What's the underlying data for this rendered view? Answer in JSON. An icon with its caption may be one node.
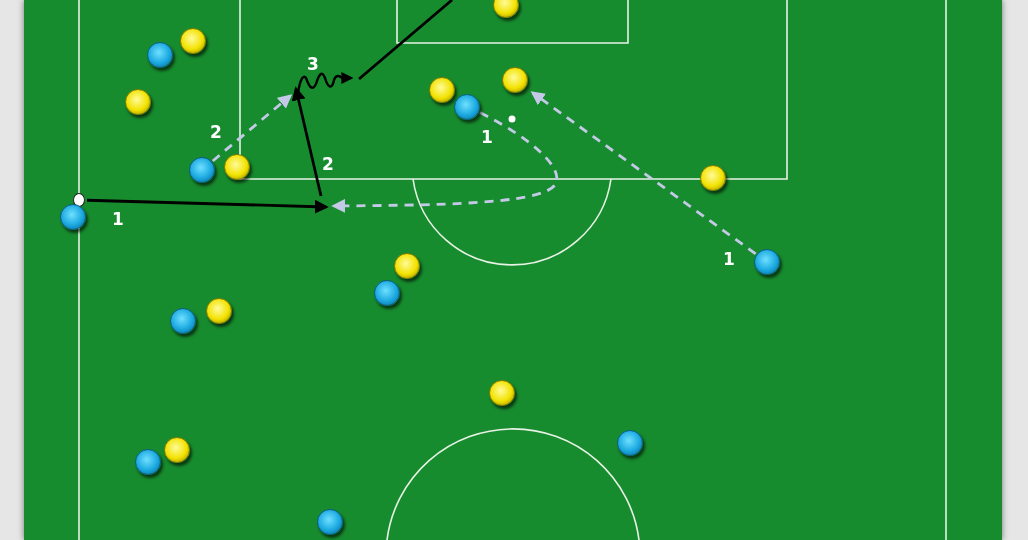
{
  "diagram": {
    "nodes": [
      {
        "text": [],
        "shape": "circle"
      },
      {
        "text": [],
        "shape": "circle"
      },
      {
        "text": [],
        "shape": "circle"
      },
      {
        "text": [],
        "shape": "circle"
      },
      {
        "text": [],
        "shape": "circle"
      },
      {
        "text": [],
        "shape": "circle"
      },
      {
        "text": [],
        "shape": "circle"
      },
      {
        "text": [],
        "shape": "circle"
      },
      {
        "text": [],
        "shape": "circle"
      },
      {
        "text": [],
        "shape": "circle"
      },
      {
        "text": [],
        "shape": "circle"
      },
      {
        "text": [],
        "shape": "circle"
      },
      {
        "text": [],
        "shape": "circle"
      },
      {
        "text": [],
        "shape": "circle"
      },
      {
        "text": [],
        "shape": "circle"
      },
      {
        "text": [],
        "shape": "circle"
      },
      {
        "text": [],
        "shape": "circle"
      },
      {
        "text": [],
        "shape": "circle"
      },
      {
        "text": [],
        "shape": "circle"
      },
      {
        "text": [],
        "shape": "circle"
      },
      {
        "text": [],
        "shape": "circle"
      },
      {
        "text": [],
        "shape": "circle"
      }
    ],
    "edges": [
      {
        "from": 10,
        "to": null,
        "arrow": "to",
        "label": "1",
        "color": "#000000"
      },
      {
        "from": 8,
        "to": null,
        "arrow": "to",
        "label": "2",
        "style": "dashed"
      },
      {
        "from": 6,
        "to": null,
        "arrow": "to",
        "label": "1",
        "style": "dashed"
      },
      {
        "from": 12,
        "to": 3,
        "arrow": "to",
        "label": "1",
        "style": "dashed"
      }
    ],
    "labels": [
      "3",
      "2"
    ]
  }
}
